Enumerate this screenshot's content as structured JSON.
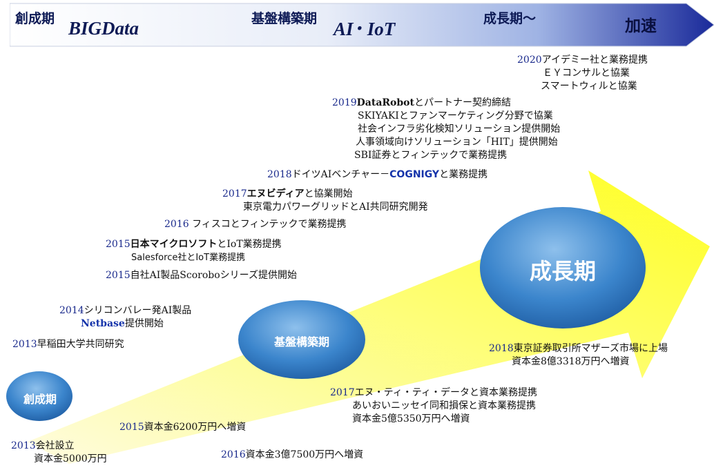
{
  "banner": {
    "phase1": "創成期",
    "phase1_sub": "BIGData",
    "phase2": "基盤構築期",
    "phase2_sub": "AI･ IoT",
    "phase3": "成長期～",
    "phase4": "加速"
  },
  "stages": {
    "founding": "創成期",
    "foundation": "基盤構築期",
    "growth": "成長期"
  },
  "events_upper": {
    "e2013": {
      "year": "2013",
      "text": "早稲田大学共同研究"
    },
    "e2014": {
      "year": "2014",
      "text": "シリコンバレー発AI製品",
      "name": "Netbase",
      "suffix": "提供開始"
    },
    "e2015a": {
      "year": "2015",
      "text": "自社AI製品Scoroboシリーズ提供開始"
    },
    "e2015b": {
      "year": "2015",
      "name": "日本マイクロソフト",
      "text": "とIoT業務提携",
      "line2": "Salesforce社とIoT業務提携"
    },
    "e2016": {
      "year": "2016",
      "text": " フィスコとフィンテックで業務提携"
    },
    "e2017": {
      "year": "2017",
      "name": "エヌビディア",
      "text": "と協業開始",
      "line2": "東京電力パワーグリッドとAI共同研究開発"
    },
    "e2018": {
      "year": "2018",
      "pre": "ドイツAIベンチャー－",
      "name": "COGNIGY",
      "text": "と業務提携"
    },
    "e2019": {
      "year": "2019",
      "name": "DataRobot",
      "text": "とパートナー契約締結",
      "lines": [
        "SKIYAKIとファンマーケティング分野で協業",
        "社会インフラ劣化検知ソリューション提供開始",
        "人事領域向けソリューション「HIT」提供開始",
        "SBI証券とフィンテックで業務提携"
      ]
    },
    "e2020": {
      "year": "2020",
      "text": "アイデミー社と業務提携",
      "lines": [
        "ＥＹコンサルと協業",
        "スマートウィルと協業"
      ]
    }
  },
  "events_lower": {
    "c2013": {
      "year": "2013",
      "text": "会社設立",
      "line2": "資本金5000万円"
    },
    "c2015": {
      "year": "2015",
      "text": "資本金6200万円へ増資"
    },
    "c2016": {
      "year": "2016",
      "text": "資本金3億7500万円へ増資"
    },
    "c2017": {
      "year": "2017",
      "text": "エヌ・ティ・ティ・データと資本業務提携",
      "lines": [
        "あいおいニッセイ同和損保と資本業務提携",
        "資本金5億5350万円へ増資"
      ]
    },
    "c2018": {
      "year": "2018",
      "text": "東京証券取引所マザーズ市場に上場",
      "line2": "資本金8億3318万円へ増資"
    }
  },
  "colors": {
    "arrow_yellow": "#ffff33",
    "banner_dark": "#1a2a9a",
    "circle_blue": "#2f78c2",
    "text_navy": "#0d1a55"
  }
}
